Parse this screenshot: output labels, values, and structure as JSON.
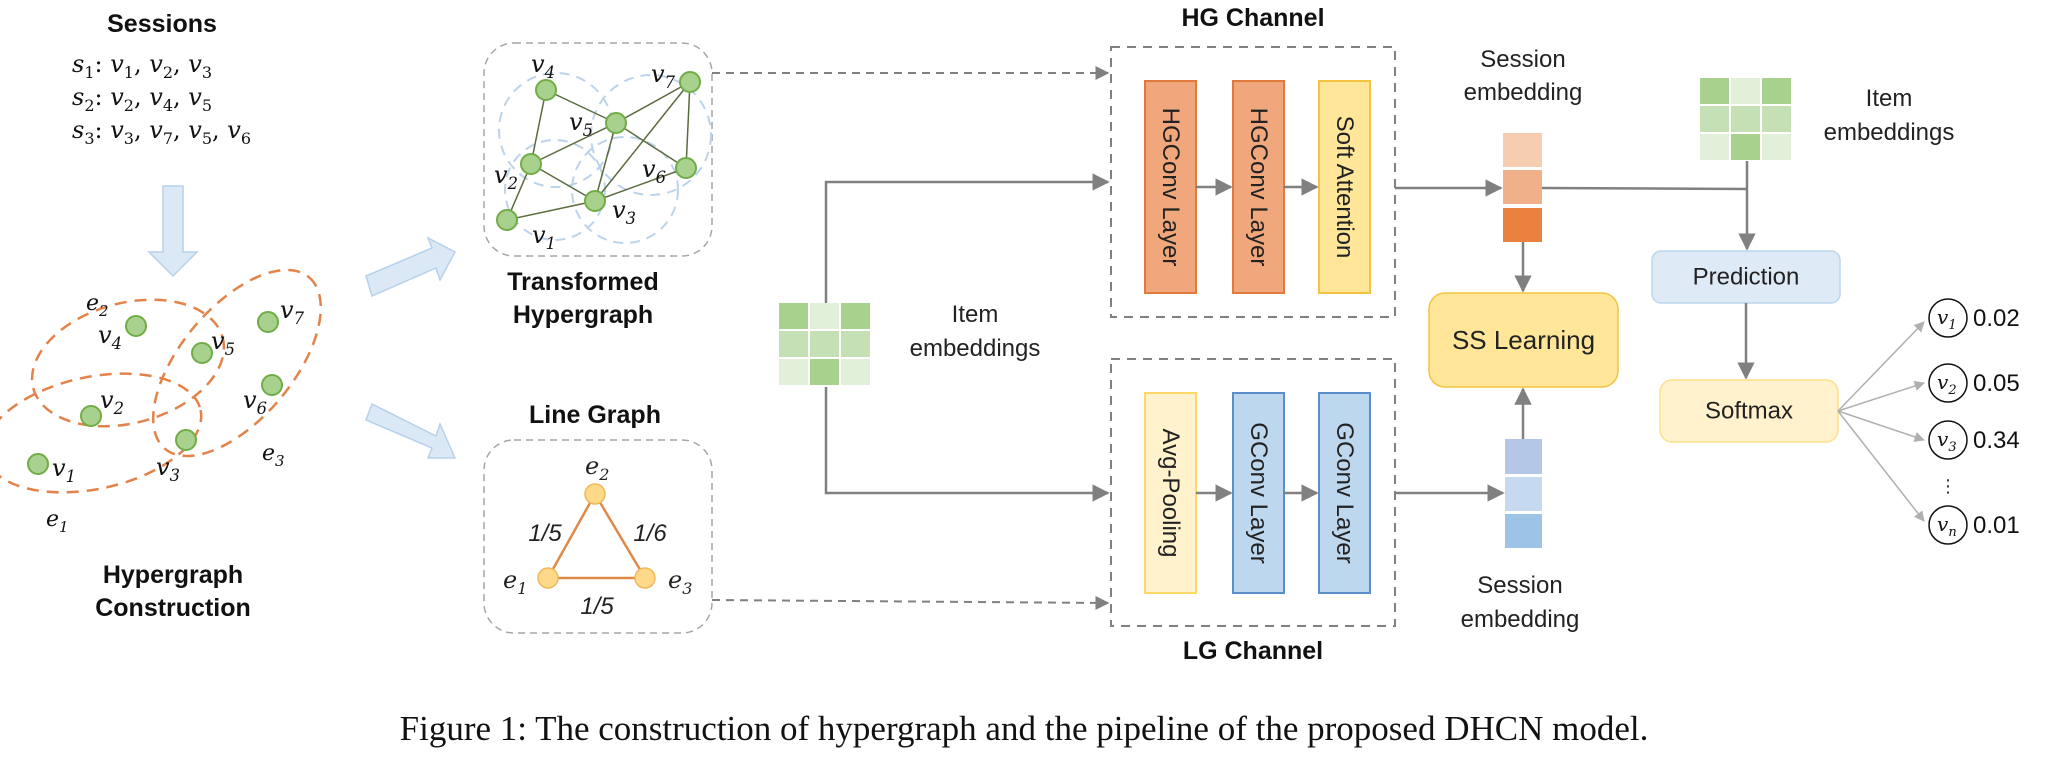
{
  "sessions": {
    "title": "Sessions",
    "lines": [
      {
        "session": "s",
        "sub": "1",
        "items": [
          [
            "v",
            "1"
          ],
          [
            "v",
            "2"
          ],
          [
            "v",
            "3"
          ]
        ]
      },
      {
        "session": "s",
        "sub": "2",
        "items": [
          [
            "v",
            "2"
          ],
          [
            "v",
            "4"
          ],
          [
            "v",
            "5"
          ]
        ]
      },
      {
        "session": "s",
        "sub": "3",
        "items": [
          [
            "v",
            "3"
          ],
          [
            "v",
            "7"
          ],
          [
            "v",
            "5"
          ],
          [
            "v",
            "6"
          ]
        ]
      }
    ]
  },
  "hypergraph": {
    "title_line1": "Hypergraph",
    "title_line2": "Construction",
    "nodes": [
      "v1",
      "v2",
      "v3",
      "v4",
      "v5",
      "v6",
      "v7"
    ],
    "hyperedges": [
      {
        "name": "e",
        "sub": "1",
        "members": [
          "v1",
          "v2",
          "v3"
        ]
      },
      {
        "name": "e",
        "sub": "2",
        "members": [
          "v2",
          "v4",
          "v5"
        ]
      },
      {
        "name": "e",
        "sub": "3",
        "members": [
          "v3",
          "v5",
          "v6",
          "v7"
        ]
      }
    ]
  },
  "transformed": {
    "title_line1": "Transformed",
    "title_line2": "Hypergraph",
    "edges": [
      [
        "v4",
        "v2"
      ],
      [
        "v4",
        "v5"
      ],
      [
        "v2",
        "v5"
      ],
      [
        "v2",
        "v3"
      ],
      [
        "v2",
        "v1"
      ],
      [
        "v1",
        "v3"
      ],
      [
        "v5",
        "v3"
      ],
      [
        "v5",
        "v6"
      ],
      [
        "v5",
        "v7"
      ],
      [
        "v7",
        "v3"
      ],
      [
        "v7",
        "v6"
      ],
      [
        "v6",
        "v3"
      ]
    ]
  },
  "line_graph": {
    "title": "Line Graph",
    "nodes": [
      {
        "name": "e",
        "sub": "1"
      },
      {
        "name": "e",
        "sub": "2"
      },
      {
        "name": "e",
        "sub": "3"
      }
    ],
    "edge_weights": {
      "e1_e2": "1/5",
      "e2_e3": "1/6",
      "e1_e3": "1/5"
    }
  },
  "item_embeddings_left": {
    "line1": "Item",
    "line2": "embeddings"
  },
  "item_embeddings_right": {
    "line1": "Item",
    "line2": "embeddings"
  },
  "hg_channel": {
    "title": "HG Channel",
    "blocks": [
      "HGConv Layer",
      "HGConv Layer",
      "Soft Attention"
    ]
  },
  "lg_channel": {
    "title": "LG Channel",
    "blocks": [
      "Avg-Pooling",
      "GConv Layer",
      "GConv Layer"
    ]
  },
  "session_embedding_top": {
    "line1": "Session",
    "line2": "embedding"
  },
  "session_embedding_bottom": {
    "line1": "Session",
    "line2": "embedding"
  },
  "ss_learning": "SS Learning",
  "prediction": "Prediction",
  "softmax": "Softmax",
  "outputs": [
    {
      "name": "v",
      "sub": "1",
      "score": "0.02"
    },
    {
      "name": "v",
      "sub": "2",
      "score": "0.05"
    },
    {
      "name": "v",
      "sub": "3",
      "score": "0.34"
    },
    {
      "name": "v",
      "sub": "n",
      "score": "0.01"
    }
  ],
  "ellipsis": "⋮",
  "caption": "Figure 1: The construction of hypergraph and the pipeline of the proposed DHCN model.",
  "colors": {
    "node_green": "#a9d18e",
    "node_green_stroke": "#70ad47",
    "hyperedge_orange": "#e2834a",
    "hg_block": "#f0a77c",
    "hg_block_stroke": "#e07a3c",
    "attention_block": "#ffe699",
    "attention_stroke": "#f5c342",
    "avgpool_block": "#fff2cc",
    "gconv_block": "#bdd7ee",
    "gconv_stroke": "#5b8fc9",
    "ss_learning": "#ffe699",
    "prediction": "#deebf7",
    "softmax": "#fff2cc",
    "connector": "#808080",
    "big_arrow": "#dbe9f6"
  }
}
